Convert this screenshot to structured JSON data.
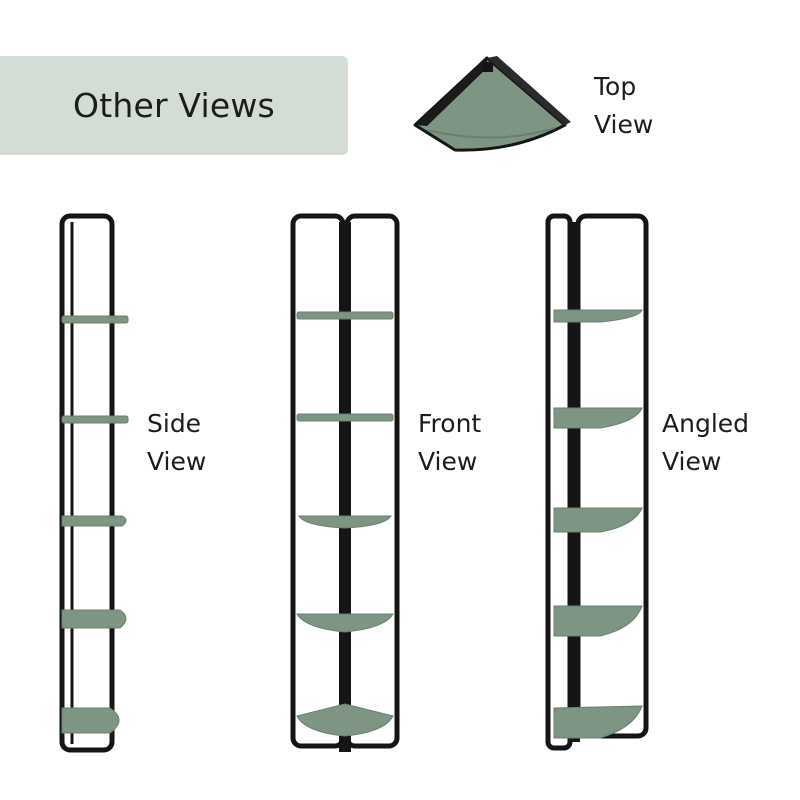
{
  "header": {
    "title": "Other Views"
  },
  "colors": {
    "banner": "#d3ddd5",
    "shelf": "#7f9583",
    "shelf_edge": "#6a8070",
    "frame": "#151515"
  },
  "views": {
    "top": {
      "line1": "Top",
      "line2": "View"
    },
    "side": {
      "line1": "Side",
      "line2": "View"
    },
    "front": {
      "line1": "Front",
      "line2": "View"
    },
    "angled": {
      "line1": "Angled",
      "line2": "View"
    }
  }
}
